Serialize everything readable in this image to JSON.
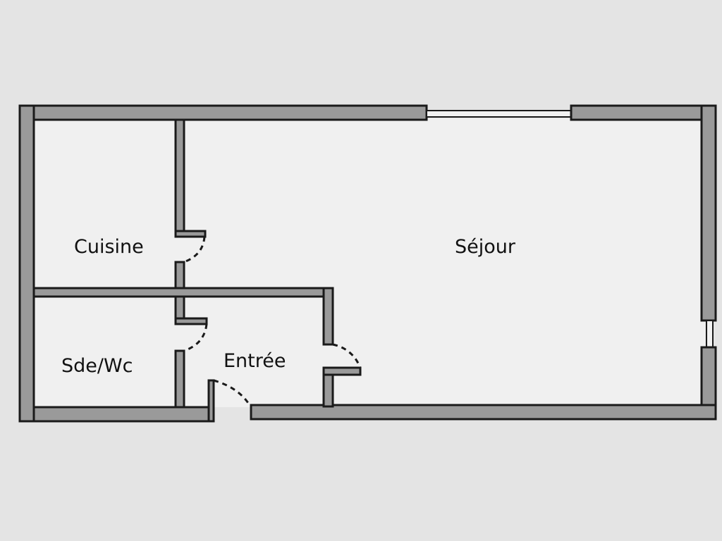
{
  "rooms": {
    "cuisine": "Cuisine",
    "sejour": "Séjour",
    "sde_wc": "Sde/Wc",
    "entree": "Entrée"
  },
  "colors": {
    "background": "#e6e6e6",
    "floor": "#f0f0f0",
    "wall": "#9a9a9a",
    "line": "#1a1a1a"
  }
}
